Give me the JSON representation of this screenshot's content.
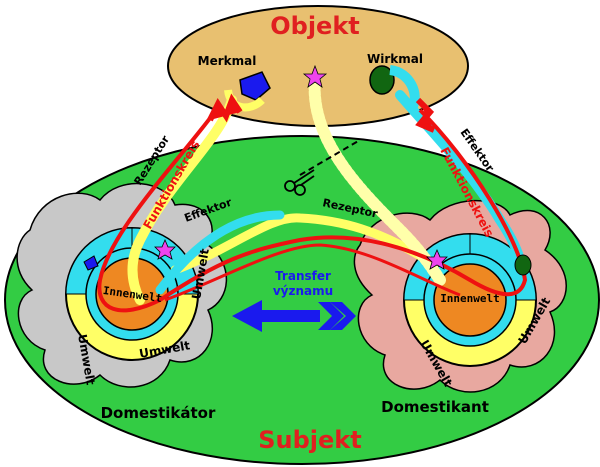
{
  "labels": {
    "objekt": "Objekt",
    "subjekt": "Subjekt",
    "merkmal": "Merkmal",
    "wirkmal": "Wirkmal",
    "rezeptor_left": "Rezeptor",
    "rezeptor_mid": "Rezeptor",
    "effektor_left": "Effektor",
    "effektor_right": "Effektor",
    "funktionskreis_left": "Funktionskreis",
    "funktionskreis_right": "Funktionskreis",
    "transfer": "Transfer",
    "vyznamu": "významu",
    "domestikator": "Domestikátor",
    "domestikant": "Domestikant",
    "innenwelt_left": "Innenwelt",
    "innenwelt_right": "Innenwelt",
    "umwelt": "Umwelt"
  },
  "colors": {
    "objekt_fill": "#e8c070",
    "subjekt_fill": "#33cc44",
    "title_red": "#e02020",
    "funktionskreis_red": "#ee1111",
    "transfer_blue": "#1a1aee",
    "rezeptor_yellow": "#ffff66",
    "effektor_cyan": "#33ddee",
    "inner_orange": "#ee8822",
    "gear_left": "#c8c8c8",
    "gear_right": "#e8a8a0"
  },
  "icons": {
    "scissors": "scissors-icon",
    "star": "star-icon"
  }
}
